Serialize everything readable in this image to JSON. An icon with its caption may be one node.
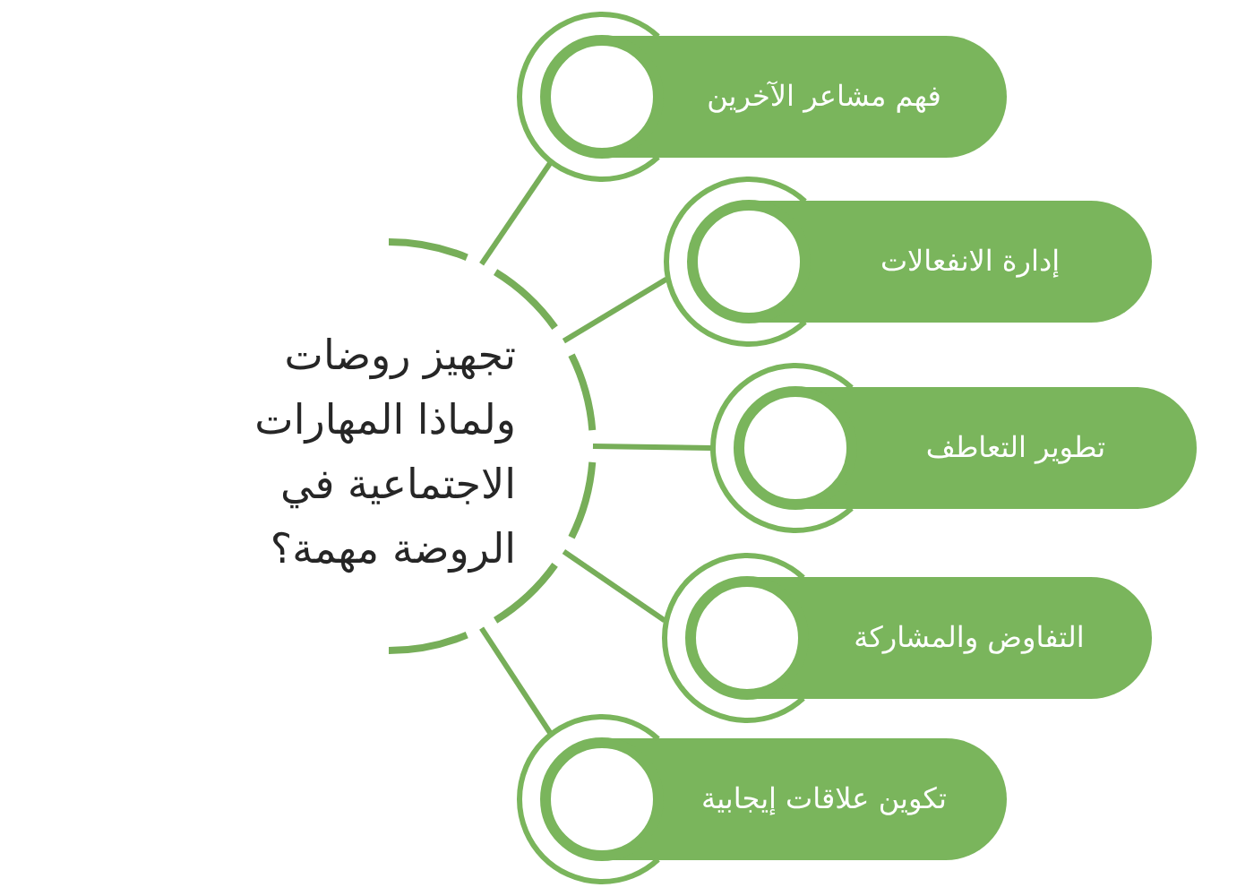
{
  "diagram": {
    "nodes": [
      {
        "text": [
          "تجهيز روضات ولماذا المهارات الاجتماعية في الروضة مهمة؟"
        ]
      },
      {
        "text": [
          "فهم مشاعر الآخرين"
        ]
      },
      {
        "text": [
          "إدارة الانفعالات"
        ]
      },
      {
        "text": [
          "تطوير التعاطف"
        ]
      },
      {
        "text": [
          "التفاوض والمشاركة"
        ]
      },
      {
        "text": [
          "تكوين علاقات إيجابية"
        ]
      }
    ],
    "edges": [
      {
        "from": 0,
        "to": 1,
        "arrow": "none"
      },
      {
        "from": 0,
        "to": 2,
        "arrow": "none"
      },
      {
        "from": 0,
        "to": 3,
        "arrow": "none"
      },
      {
        "from": 0,
        "to": 4,
        "arrow": "none"
      },
      {
        "from": 0,
        "to": 5,
        "arrow": "none"
      }
    ]
  }
}
